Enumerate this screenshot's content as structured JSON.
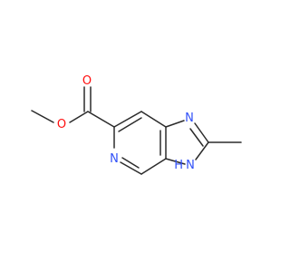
{
  "molecule": {
    "atoms": {
      "o_carbonyl": {
        "label": "O",
        "color": "#ff0d0d"
      },
      "o_ester": {
        "label": "O",
        "color": "#ff0d0d"
      },
      "n_pyridine": {
        "label": "N",
        "color": "#3050f8"
      },
      "n_imine": {
        "label": "N",
        "color": "#3050f8"
      },
      "n_h": {
        "label": "N",
        "color": "#3050f8"
      },
      "h_on_n": {
        "label": "H",
        "color": "#3050f8"
      }
    },
    "bond_color": "#2b2b2b"
  }
}
